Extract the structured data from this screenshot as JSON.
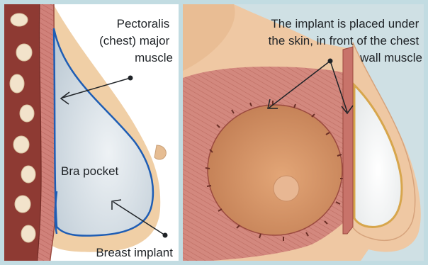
{
  "colors": {
    "frame": "#c2dce2",
    "skin": "#f0cfa6",
    "skin_dark": "#e2b98e",
    "muscle": "#c8736a",
    "muscle_dark": "#9b4a3f",
    "implant_fill": "#d9e1e7",
    "implant_outline": "#1e5db4",
    "leader": "#1f2327"
  },
  "left_panel": {
    "muscle_label": [
      "Pectoralis",
      "(chest) major",
      "muscle"
    ],
    "pocket_label": "Bra pocket",
    "implant_label": "Breast implant"
  },
  "right_panel": {
    "caption": [
      "The implant is placed under",
      "the skin, in front of the chest",
      "wall muscle"
    ]
  }
}
